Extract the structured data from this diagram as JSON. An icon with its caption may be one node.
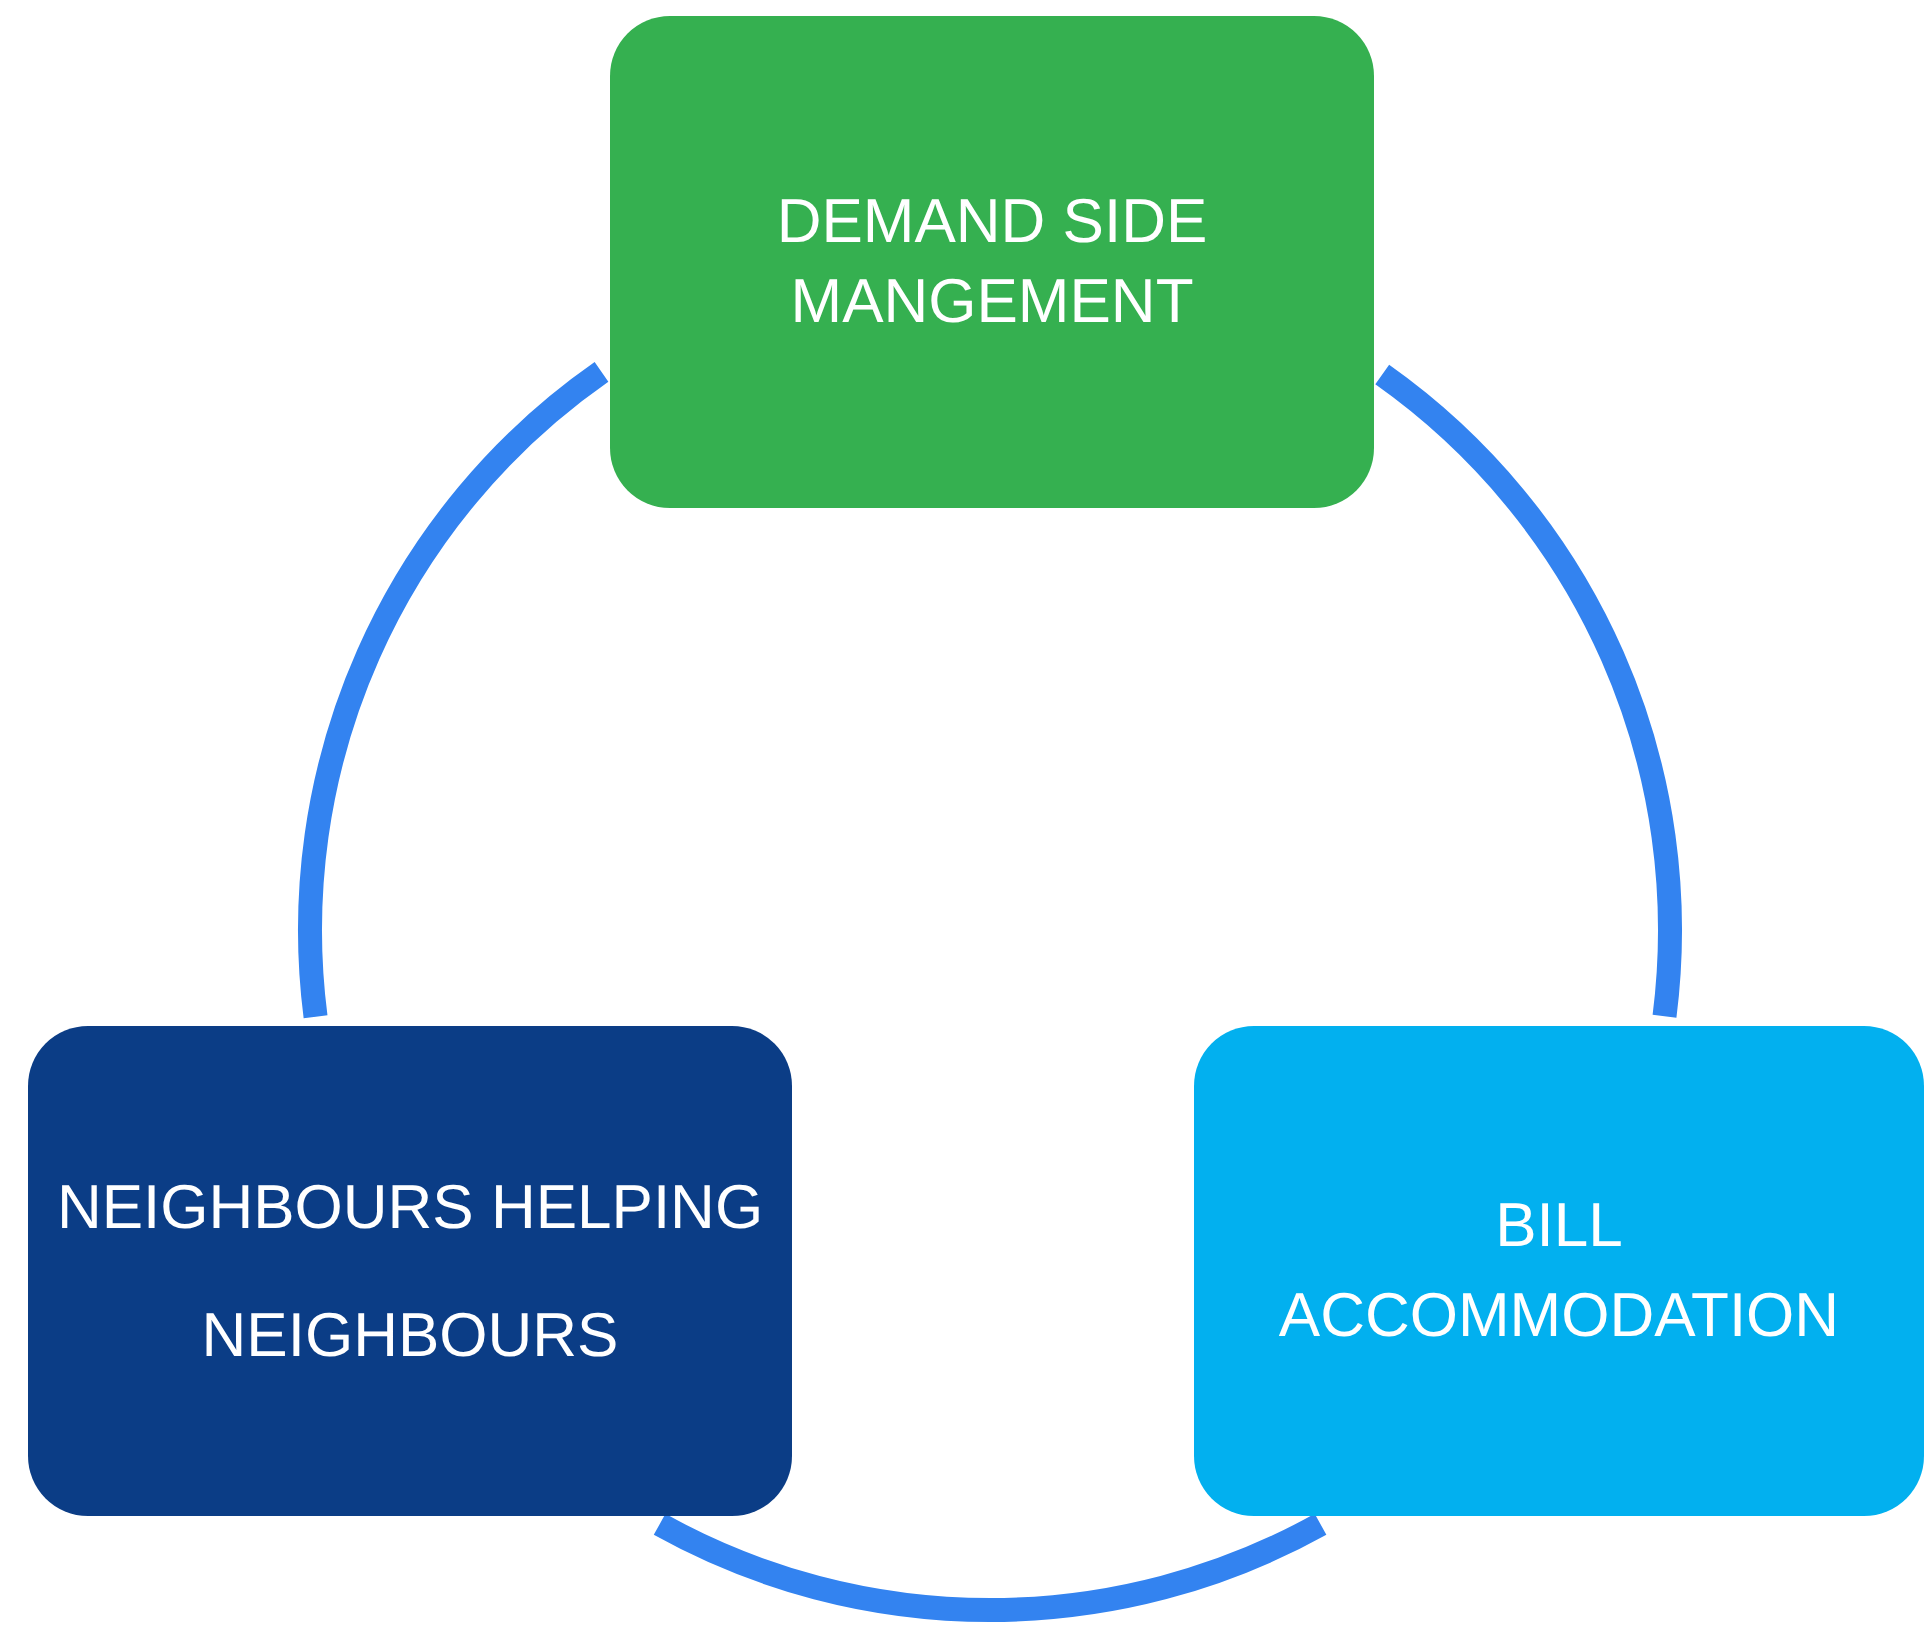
{
  "diagram": {
    "nodes": [
      {
        "text": [
          "DEMAND SIDE MANGEMENT"
        ]
      },
      {
        "text": [
          "NEIGHBOURS HELPING NEIGHBOURS"
        ]
      },
      {
        "text": [
          "BILL ACCOMMODATION"
        ]
      }
    ],
    "edges": [
      {
        "from": 0,
        "to": 2,
        "arrow": "none"
      },
      {
        "from": 2,
        "to": 1,
        "arrow": "none"
      },
      {
        "from": 1,
        "to": 0,
        "arrow": "none"
      }
    ]
  }
}
